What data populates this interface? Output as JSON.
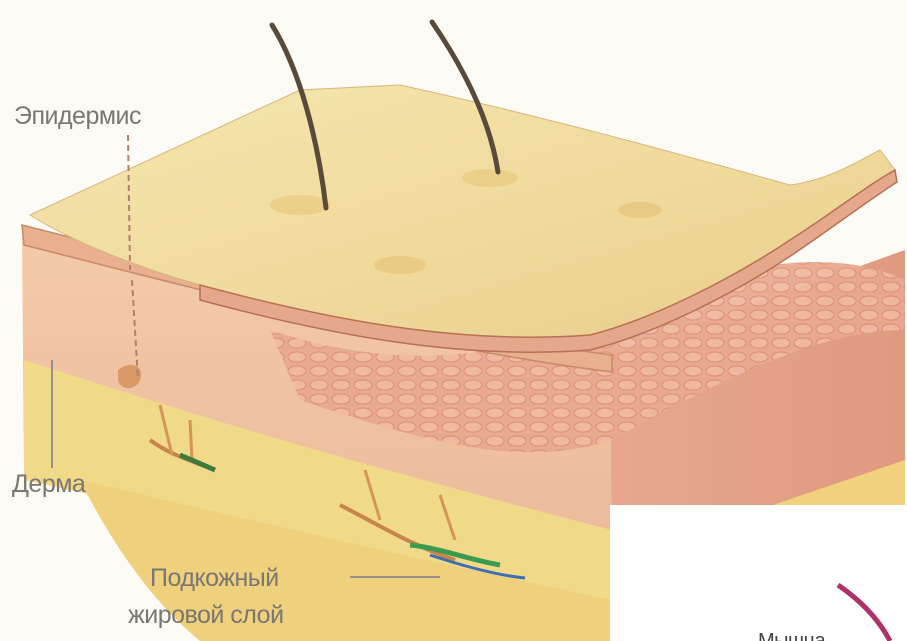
{
  "labels": {
    "epidermis": "Эпидермис",
    "dermis": "Дерма",
    "subcutaneous_line1": "Подкожный",
    "subcutaneous_line2": "жировой слой",
    "muscle_partial": "Мышца"
  },
  "colors": {
    "epidermis_top": "#f2dfa0",
    "dermis": "#f0c4a4",
    "fat_layer": "#f3dc8a",
    "label_text": "#7a7672"
  }
}
